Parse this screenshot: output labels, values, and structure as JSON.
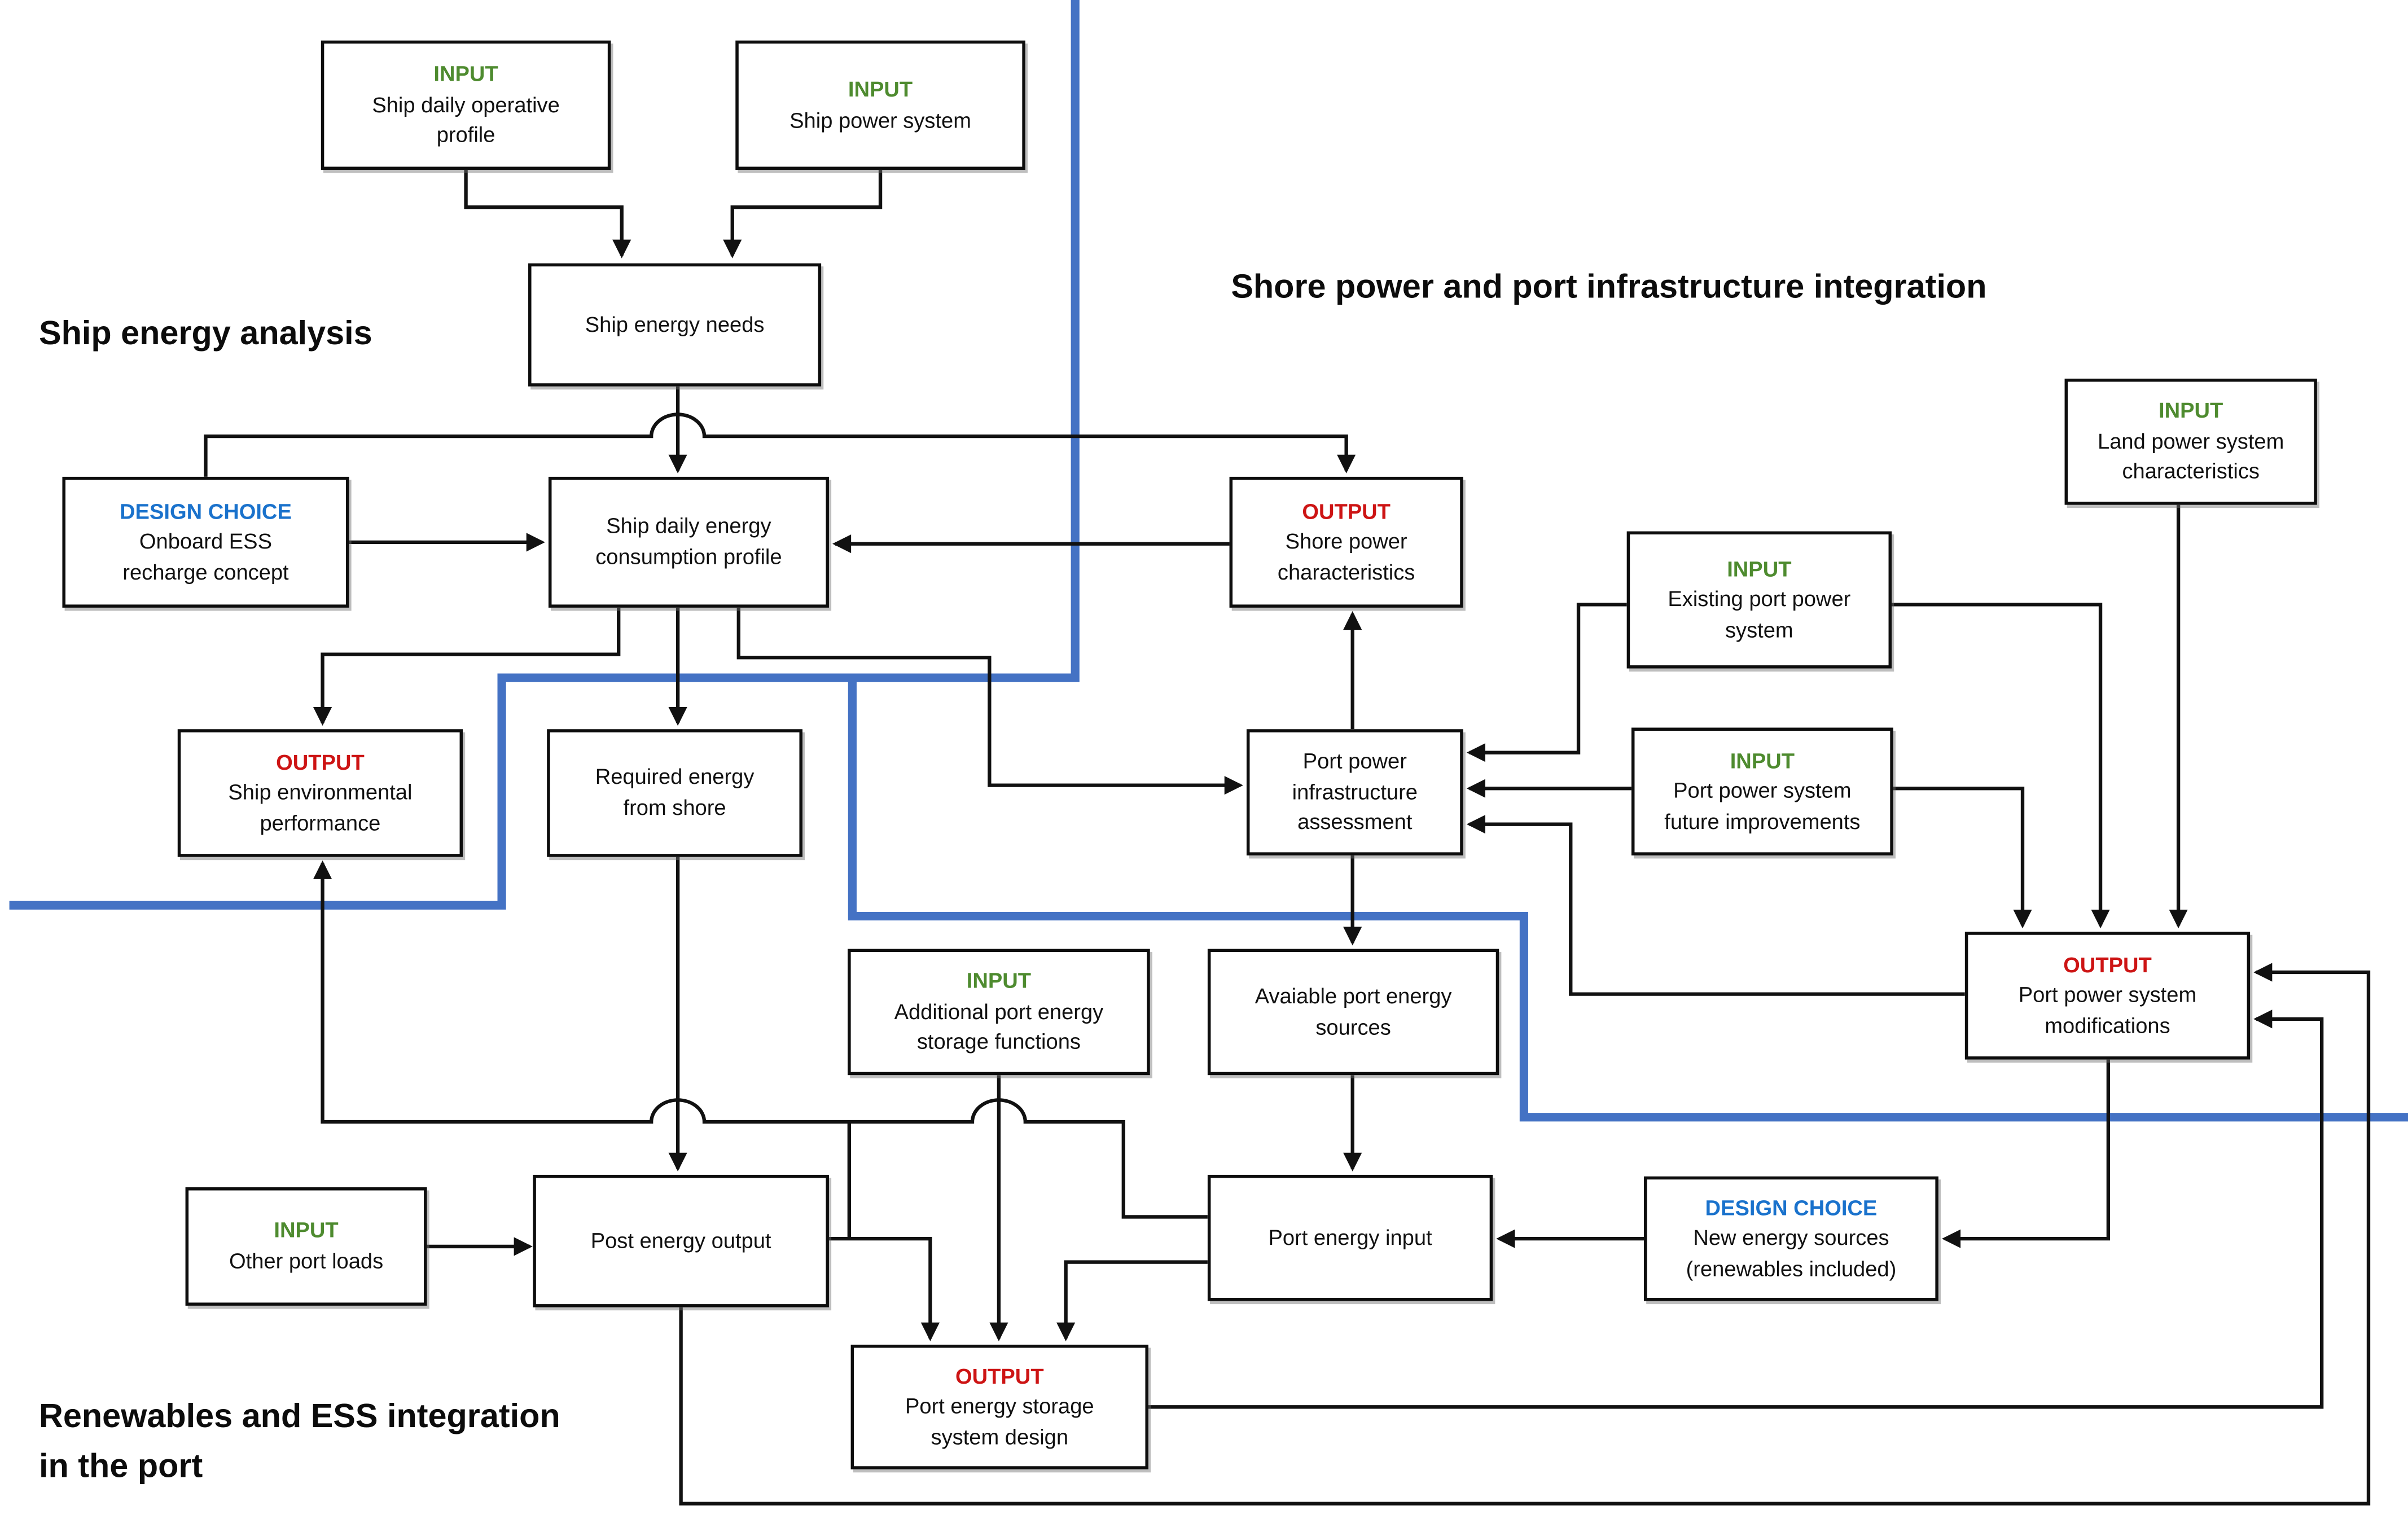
{
  "section_titles": {
    "ship": "Ship energy analysis",
    "shore": "Shore power and port infrastructure integration",
    "renewables": "Renewables and ESS integration\nin the port"
  },
  "colors": {
    "input_green": "#4e8b2f",
    "output_red": "#cd1414",
    "design_choice_blue": "#1a72cc",
    "region_divider_blue": "#4472c4",
    "connector_black": "#111111"
  },
  "boxes": {
    "ship_daily_operative_profile": {
      "tag": "INPUT",
      "label": "Ship daily operative\nprofile"
    },
    "ship_power_system": {
      "tag": "INPUT",
      "label": "Ship power system"
    },
    "ship_energy_needs": {
      "label": "Ship energy needs"
    },
    "onboard_ess_recharge_concept": {
      "tag": "DESIGN CHOICE",
      "label": "Onboard ESS\nrecharge concept"
    },
    "ship_daily_energy_consumption_profile": {
      "label": "Ship daily energy\nconsumption profile"
    },
    "shore_power_characteristics": {
      "tag": "OUTPUT",
      "label": "Shore power\ncharacteristics"
    },
    "land_power_system_characteristics": {
      "tag": "INPUT",
      "label": "Land power system\ncharacteristics"
    },
    "existing_port_power_system": {
      "tag": "INPUT",
      "label": "Existing port power\nsystem"
    },
    "ship_environmental_performance": {
      "tag": "OUTPUT",
      "label": "Ship environmental\nperformance"
    },
    "required_energy_from_shore": {
      "label": "Required energy\nfrom shore"
    },
    "port_power_infrastructure_assessment": {
      "label": "Port power\ninfrastructure\nassessment"
    },
    "port_power_system_future_improvements": {
      "tag": "INPUT",
      "label": "Port power system\nfuture improvements"
    },
    "port_power_system_modifications": {
      "tag": "OUTPUT",
      "label": "Port power system\nmodifications"
    },
    "additional_port_energy_storage_functions": {
      "tag": "INPUT",
      "label": "Additional port energy\nstorage functions"
    },
    "avaiable_port_energy_sources": {
      "label": "Avaiable port energy\nsources"
    },
    "other_port_loads": {
      "tag": "INPUT",
      "label": "Other port loads"
    },
    "post_energy_output": {
      "label": "Post energy output"
    },
    "port_energy_input": {
      "label": "Port energy input"
    },
    "new_energy_sources": {
      "tag": "DESIGN CHOICE",
      "label": "New energy sources\n(renewables included)"
    },
    "port_energy_storage_system_design": {
      "tag": "OUTPUT",
      "label": "Port energy storage\nsystem design"
    }
  }
}
